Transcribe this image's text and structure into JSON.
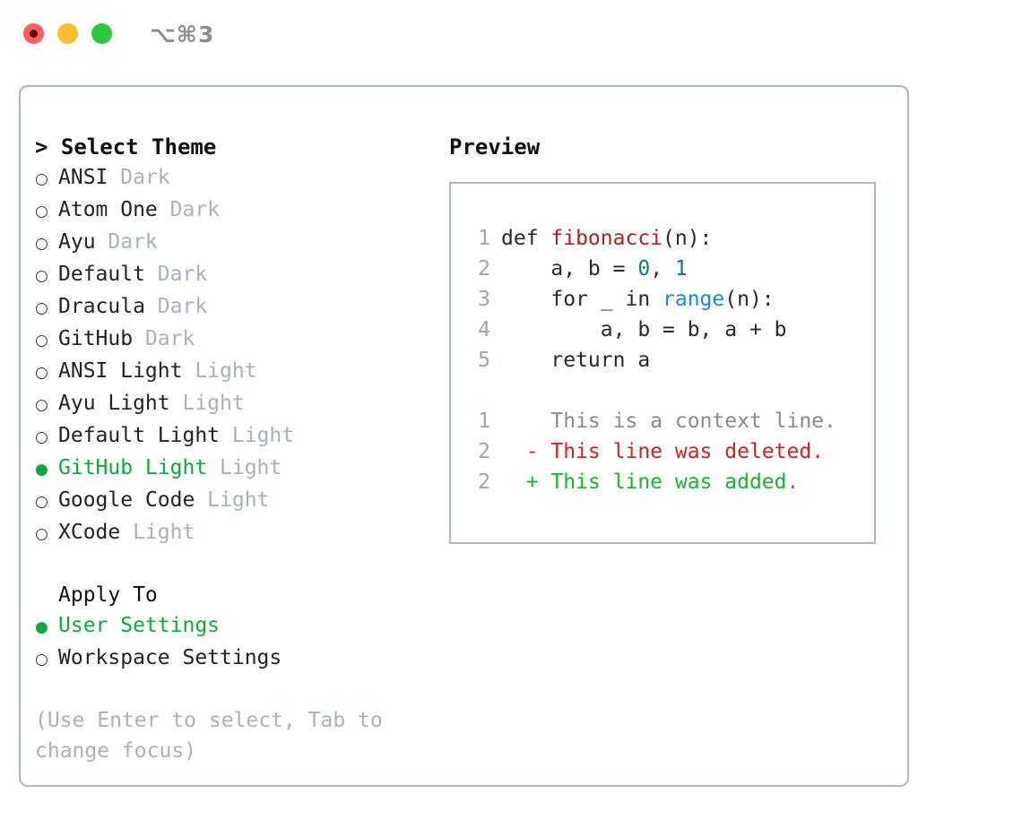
{
  "titlebar": {
    "shortcut": "⌥⌘3",
    "buttons": [
      {
        "name": "close",
        "color": "#ff6057"
      },
      {
        "name": "minimize",
        "color": "#ffbd2e"
      },
      {
        "name": "maximize",
        "color": "#2ac940"
      }
    ]
  },
  "theme_panel": {
    "caret": "> ",
    "heading": "Select Theme",
    "marker_selected": "●",
    "marker_unselected": "○",
    "accent_color": "#0fa83c",
    "variant_color": "#a7b0bd",
    "options": [
      {
        "label": "ANSI",
        "variant": "Dark",
        "selected": false
      },
      {
        "label": "Atom One",
        "variant": "Dark",
        "selected": false
      },
      {
        "label": "Ayu",
        "variant": "Dark",
        "selected": false
      },
      {
        "label": "Default",
        "variant": "Dark",
        "selected": false
      },
      {
        "label": "Dracula",
        "variant": "Dark",
        "selected": false
      },
      {
        "label": "GitHub",
        "variant": "Dark",
        "selected": false
      },
      {
        "label": "ANSI Light",
        "variant": "Light",
        "selected": false
      },
      {
        "label": "Ayu Light",
        "variant": "Light",
        "selected": false
      },
      {
        "label": "Default Light",
        "variant": "Light",
        "selected": false
      },
      {
        "label": "GitHub Light",
        "variant": "Light",
        "selected": true
      },
      {
        "label": "Google Code",
        "variant": "Light",
        "selected": false
      },
      {
        "label": "XCode",
        "variant": "Light",
        "selected": false
      }
    ]
  },
  "apply_to": {
    "heading": "Apply To",
    "options": [
      {
        "label": "User Settings",
        "selected": true
      },
      {
        "label": "Workspace Settings",
        "selected": false
      }
    ]
  },
  "hint": "(Use Enter to select, Tab to change focus)",
  "preview": {
    "heading": "Preview",
    "code_lines": [
      {
        "number": "1",
        "tokens": [
          {
            "text": "def ",
            "type": "plain"
          },
          {
            "text": "fibonacci",
            "type": "func"
          },
          {
            "text": "(n):",
            "type": "plain"
          }
        ]
      },
      {
        "number": "2",
        "tokens": [
          {
            "text": "    a, b = ",
            "type": "plain"
          },
          {
            "text": "0",
            "type": "num"
          },
          {
            "text": ", ",
            "type": "plain"
          },
          {
            "text": "1",
            "type": "num"
          }
        ]
      },
      {
        "number": "3",
        "tokens": [
          {
            "text": "    for _ in ",
            "type": "plain"
          },
          {
            "text": "range",
            "type": "builtin"
          },
          {
            "text": "(n):",
            "type": "plain"
          }
        ]
      },
      {
        "number": "4",
        "tokens": [
          {
            "text": "        a, b = b, a + b",
            "type": "plain"
          }
        ]
      },
      {
        "number": "5",
        "tokens": [
          {
            "text": "    return a",
            "type": "plain"
          }
        ]
      }
    ],
    "diff_lines": [
      {
        "number": "1",
        "sign": "  ",
        "text": "This is a context line.",
        "kind": "ctx"
      },
      {
        "number": "2",
        "sign": "- ",
        "text": "This line was deleted.",
        "kind": "del"
      },
      {
        "number": "2",
        "sign": "+ ",
        "text": "This line was added.",
        "kind": "add"
      }
    ]
  }
}
